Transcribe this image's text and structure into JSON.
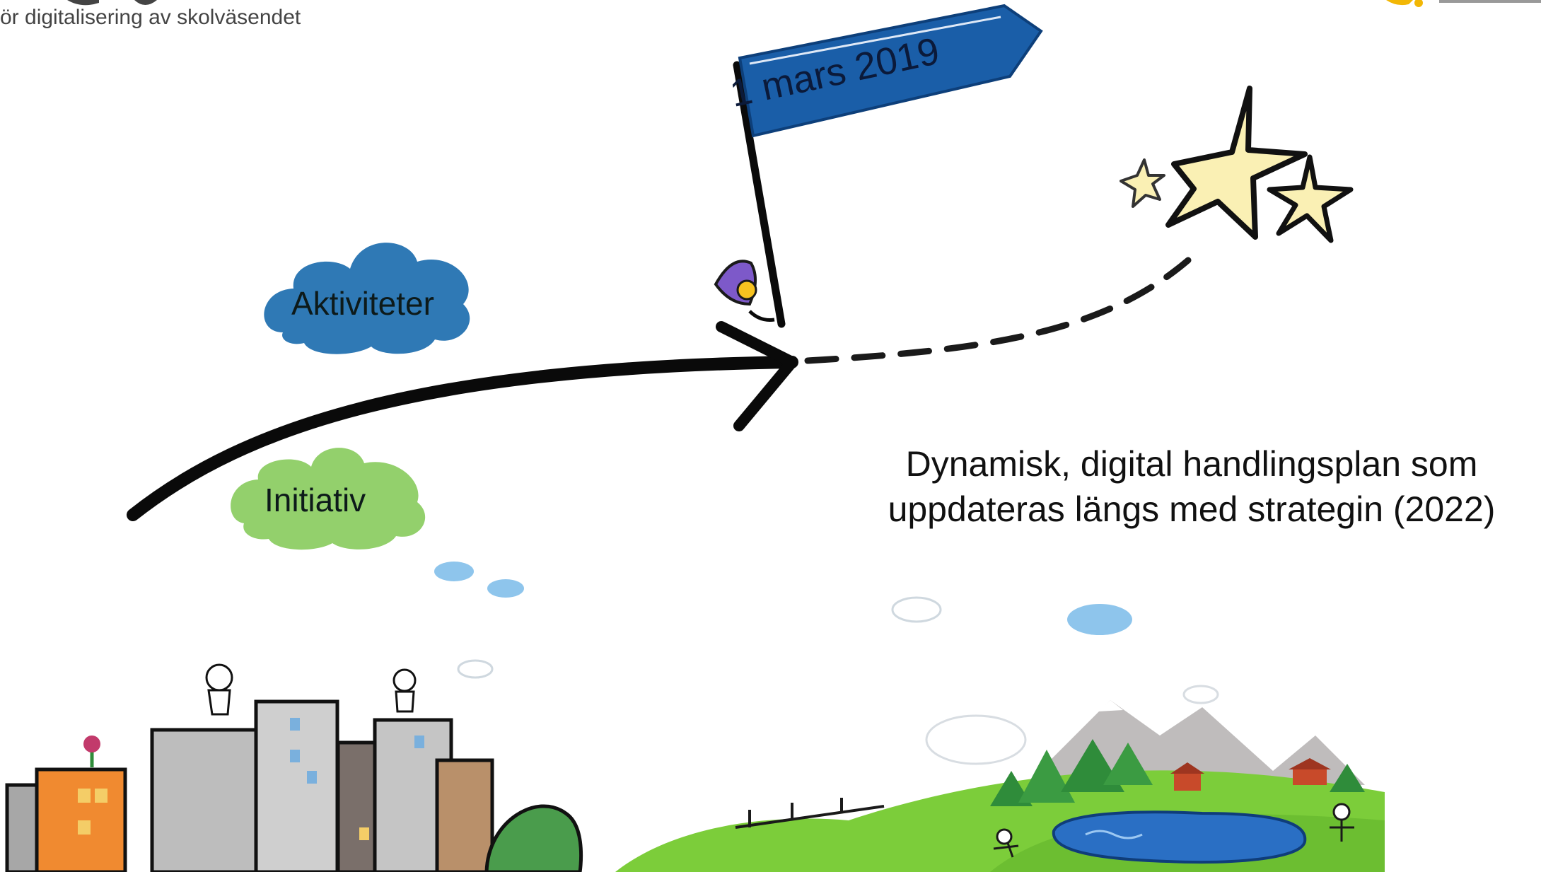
{
  "header": {
    "subtitle": "ör digitalisering av skolväsendet"
  },
  "flag": {
    "label": "1 mars 2019",
    "color": "#1a5ea8"
  },
  "clouds": {
    "activities": {
      "label": "Aktiviteter",
      "color": "#2f79b5"
    },
    "initiatives": {
      "label": "Initiativ",
      "color": "#93d06c"
    }
  },
  "statement": {
    "line1": "Dynamisk, digital handlingsplan som",
    "line2": "uppdateras längs med strategin (2022)"
  },
  "colors": {
    "logo_accent": "#f2b705",
    "grass": "#7ccd3a",
    "lake": "#2a6fc4",
    "star_fill": "#faf0b4"
  }
}
